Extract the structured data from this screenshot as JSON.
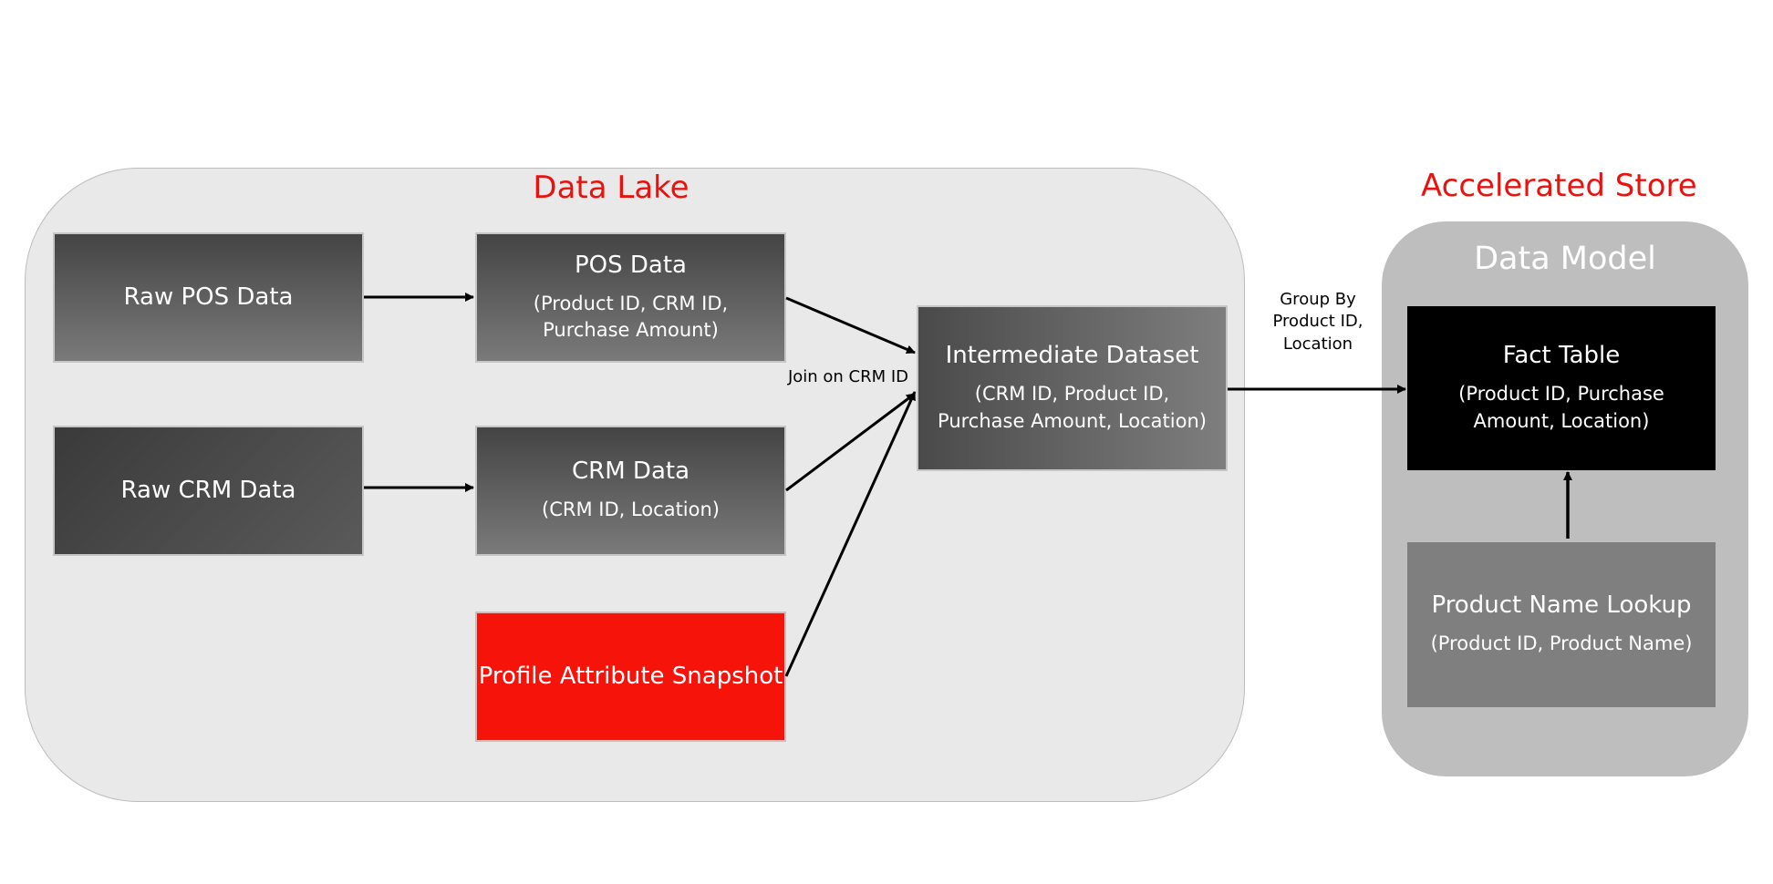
{
  "data_lake": {
    "title": "Data Lake",
    "nodes": {
      "raw_pos": {
        "title": "Raw POS Data"
      },
      "pos": {
        "title": "POS Data",
        "fields": "(Product ID, CRM ID, Purchase Amount)"
      },
      "raw_crm": {
        "title": "Raw CRM Data"
      },
      "crm": {
        "title": "CRM Data",
        "fields": "(CRM ID, Location)"
      },
      "profile": {
        "title": "Profile Attribute Snapshot"
      },
      "intermediate": {
        "title": "Intermediate Dataset",
        "fields": "(CRM ID, Product ID, Purchase Amount, Location)"
      }
    },
    "join_label": "Join on CRM ID"
  },
  "accelerated_store": {
    "title": "Accelerated Store",
    "data_model": {
      "title": "Data Model",
      "fact_table": {
        "title": "Fact Table",
        "fields": "(Product ID, Purchase Amount, Location)"
      },
      "lookup": {
        "title": "Product Name Lookup",
        "fields": "(Product ID, Product Name)"
      }
    }
  },
  "group_by_label": {
    "line1": "Group By",
    "line2": "Product ID,",
    "line3": "Location"
  },
  "colors": {
    "accent_red": "#e8130f",
    "profile_red": "#f5130a",
    "lake_bg": "#e9e9e9",
    "model_bg": "#bebebe",
    "fact_bg": "#000000",
    "lookup_bg": "#7f7f7f"
  },
  "edges": [
    {
      "from": "Raw POS Data",
      "to": "POS Data"
    },
    {
      "from": "Raw CRM Data",
      "to": "CRM Data"
    },
    {
      "from": "POS Data",
      "to": "Intermediate Dataset"
    },
    {
      "from": "CRM Data",
      "to": "Intermediate Dataset"
    },
    {
      "from": "Profile Attribute Snapshot",
      "to": "Intermediate Dataset"
    },
    {
      "from": "Intermediate Dataset",
      "to": "Fact Table"
    },
    {
      "from": "Product Name Lookup",
      "to": "Fact Table"
    }
  ]
}
